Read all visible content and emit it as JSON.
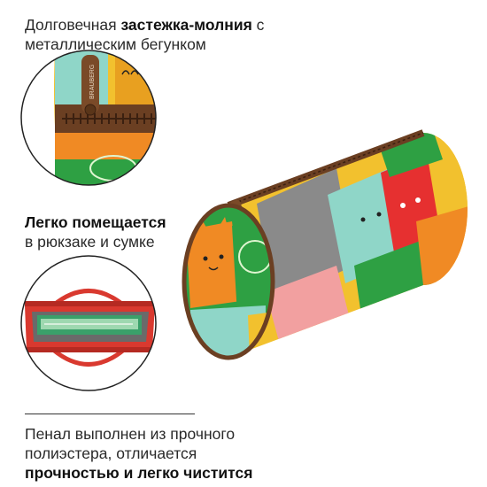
{
  "callout_zipper": {
    "line1_normal": "Долговечная ",
    "line1_bold": "застежка-молния",
    "line1_end": " с",
    "line2": "металлическим бегунком"
  },
  "callout_fits": {
    "line1_bold": "Легко помещается",
    "line2": "в рюкзаке и сумке"
  },
  "callout_material": {
    "line1": "Пенал выполнен из прочного",
    "line2": "полиэстера, отличается",
    "line3_bold": "прочностью и легко чистится"
  },
  "brand_tag": "BRAUBERG",
  "colors": {
    "zipper_brown": "#6b3f22",
    "bag_red": "#d9392f",
    "cat_orange": "#f08a24",
    "cat_green": "#2ea043",
    "cat_red": "#e63030",
    "cat_yellow": "#f2c12e",
    "cat_teal": "#8fd6c8",
    "cat_grey": "#8a8a8a",
    "cat_pink": "#f2a0a0"
  }
}
